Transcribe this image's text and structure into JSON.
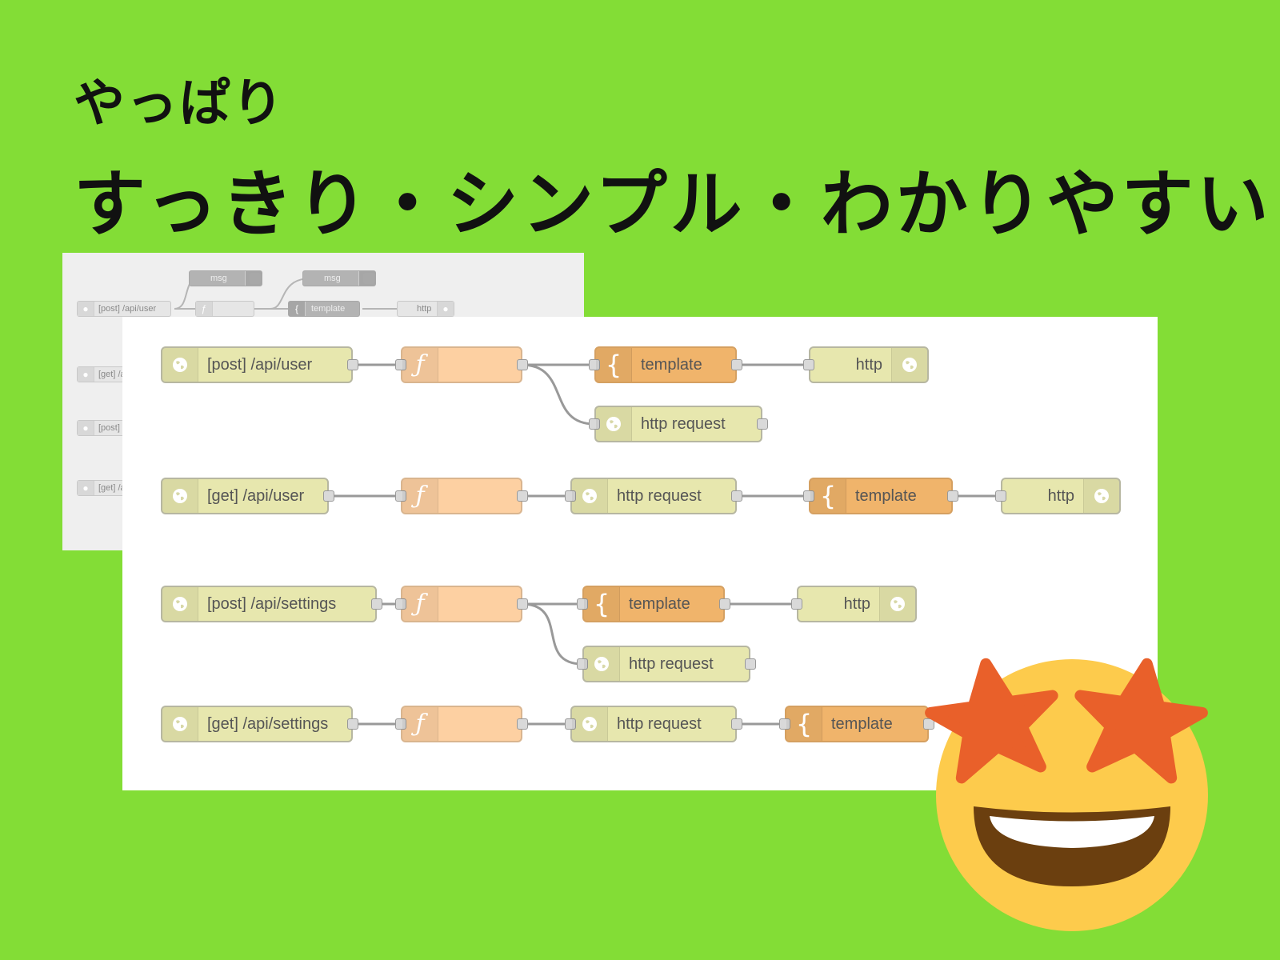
{
  "heading": {
    "small": "やっぱり",
    "large": "すっきり・シンプル・わかりやすい"
  },
  "background_flow": {
    "debug_label": "msg",
    "nodes": [
      "[post] /api/user",
      "template",
      "http",
      "[get] /a",
      "[post]",
      "[get] /a"
    ]
  },
  "flows": [
    {
      "http_in": "[post] /api/user",
      "template": "template",
      "http_out": "http",
      "request": "http request"
    },
    {
      "http_in": "[get] /api/user",
      "request": "http request",
      "template": "template",
      "http_out": "http"
    },
    {
      "http_in": "[post] /api/settings",
      "template": "template",
      "http_out": "http",
      "request": "http request"
    },
    {
      "http_in": "[get] /api/settings",
      "request": "http request",
      "template": "template"
    }
  ],
  "icons": {
    "http": "globe-icon",
    "function": "function-icon",
    "template": "template-brace-icon",
    "emoji": "star-struck-emoji"
  },
  "colors": {
    "background": "#83dd36",
    "http_node": "#e7e7ae",
    "function_node": "#fdd0a2",
    "template_node": "#f0b46b",
    "emoji_face": "#fdcb4c",
    "emoji_star": "#e9602a"
  }
}
